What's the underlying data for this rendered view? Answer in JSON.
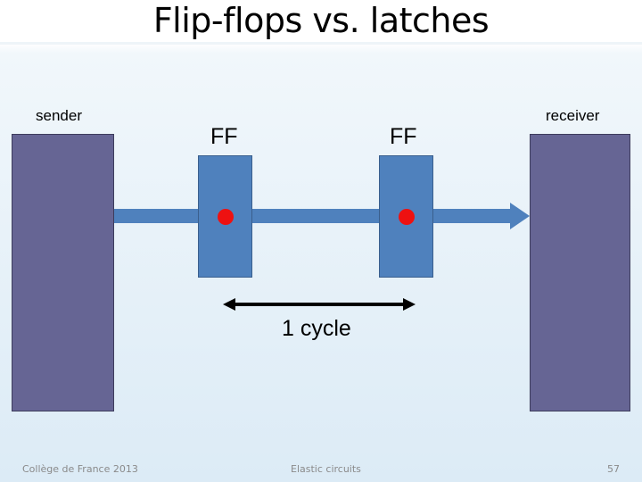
{
  "slide": {
    "title": "Flip-flops vs. latches",
    "page_number": "57"
  },
  "diagram": {
    "sender_label": "sender",
    "receiver_label": "receiver",
    "ff1_label": "FF",
    "ff2_label": "FF",
    "cycle_label": "1 cycle"
  },
  "footer": {
    "left": "Collège de France 2013",
    "center": "Elastic circuits"
  },
  "colors": {
    "block": "#666594",
    "flipflop": "#4f81bd",
    "wire": "#4f81bd",
    "dot": "#ee1111",
    "arrow": "#000000"
  }
}
